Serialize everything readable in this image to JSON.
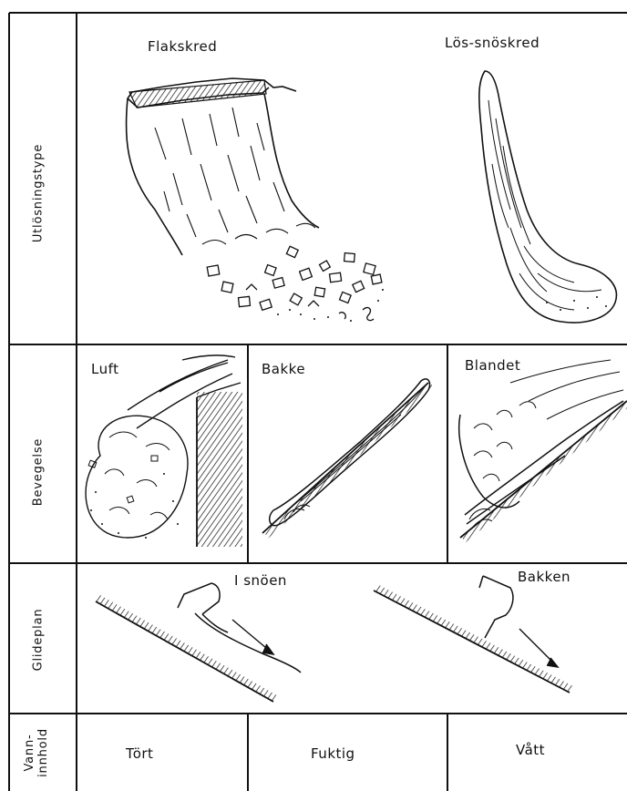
{
  "rows": {
    "release": {
      "label": "Utlösningstype"
    },
    "movement": {
      "label": "Bevegelse"
    },
    "sliding": {
      "label": "Glideplan"
    },
    "water": {
      "label_line1": "Vann-",
      "label_line2": "innhold"
    }
  },
  "release_types": {
    "slab": "Flakskred",
    "loose": "Lös-snöskred"
  },
  "movement_types": {
    "air": "Luft",
    "ground": "Bakke",
    "mixed": "Blandet"
  },
  "sliding_planes": {
    "in_snow": "I snöen",
    "ground": "Bakken"
  },
  "water_content": {
    "dry": "Tört",
    "moist": "Fuktig",
    "wet": "Vått"
  }
}
